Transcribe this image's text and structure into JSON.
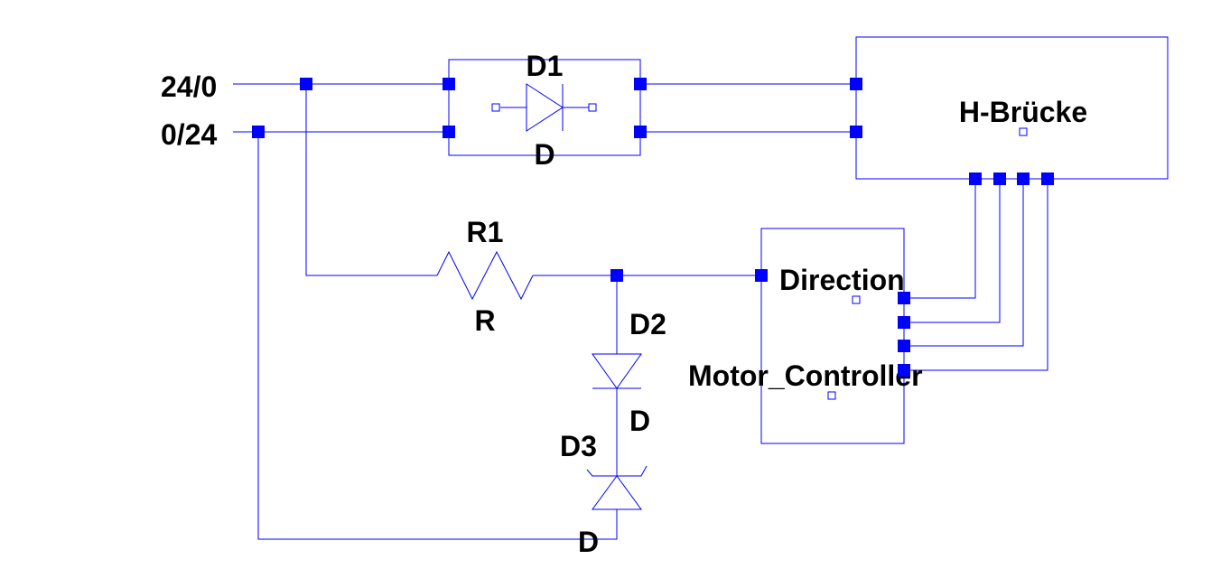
{
  "ports": {
    "port_a": "24/0",
    "port_b": "0/24"
  },
  "components": {
    "d1": {
      "ref": "D1",
      "value": "D"
    },
    "r1": {
      "ref": "R1",
      "value": "R"
    },
    "d2": {
      "ref": "D2",
      "value": "D"
    },
    "d3": {
      "ref": "D3",
      "value": "D"
    },
    "h_bridge": {
      "name": "H-Brücke"
    },
    "motor_controller": {
      "name": "Motor_Controller",
      "pin_label": "Direction"
    }
  },
  "colors": {
    "wire": "#0000ff",
    "pin": "#0000ff",
    "text": "#000000",
    "background": "#ffffff"
  }
}
